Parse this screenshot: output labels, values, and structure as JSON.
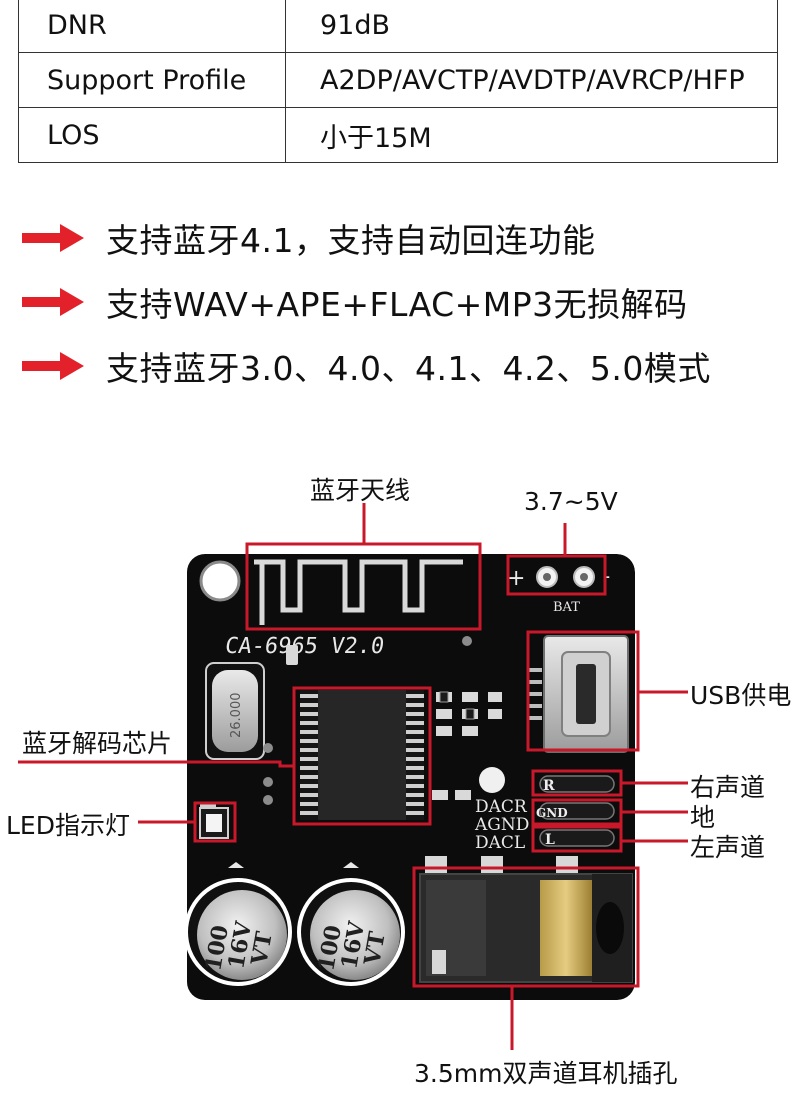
{
  "specs": [
    {
      "label": "DNR",
      "value": "91dB"
    },
    {
      "label": "Support Profile",
      "value": "A2DP/AVCTP/AVDTP/AVRCP/HFP"
    },
    {
      "label": "LOS",
      "value": "小于15M"
    }
  ],
  "features": [
    "支持蓝牙4.1，支持自动回连功能",
    "支持WAV+APE+FLAC+MP3无损解码",
    "支持蓝牙3.0、4.0、4.1、4.2、5.0模式"
  ],
  "annotations": {
    "antenna": "蓝牙天线",
    "power": "3.7~5V",
    "usb": "USB供电",
    "chip": "蓝牙解码芯片",
    "led": "LED指示灯",
    "right": "右声道",
    "ground": "地",
    "left": "左声道",
    "jack": "3.5mm双声道耳机插孔"
  },
  "board_silkscreen": {
    "model": "CA-6965 V2.0",
    "bat": "BAT",
    "plus": "+",
    "minus": "-",
    "pin_r": "R",
    "pin_gnd": "GND",
    "pin_l": "L",
    "dacr": "DACR",
    "agnd": "AGND",
    "dacl": "DACL",
    "crystal": "26.000",
    "cap1_line1": "100",
    "cap1_line2": "16V",
    "cap1_line3": "VT",
    "cap2_line1": "100",
    "cap2_line2": "16V",
    "cap2_line3": "VT"
  },
  "colors": {
    "accent_red": "#e3212b",
    "callout_red": "#c9182a",
    "board_black": "#0c0c0c"
  }
}
